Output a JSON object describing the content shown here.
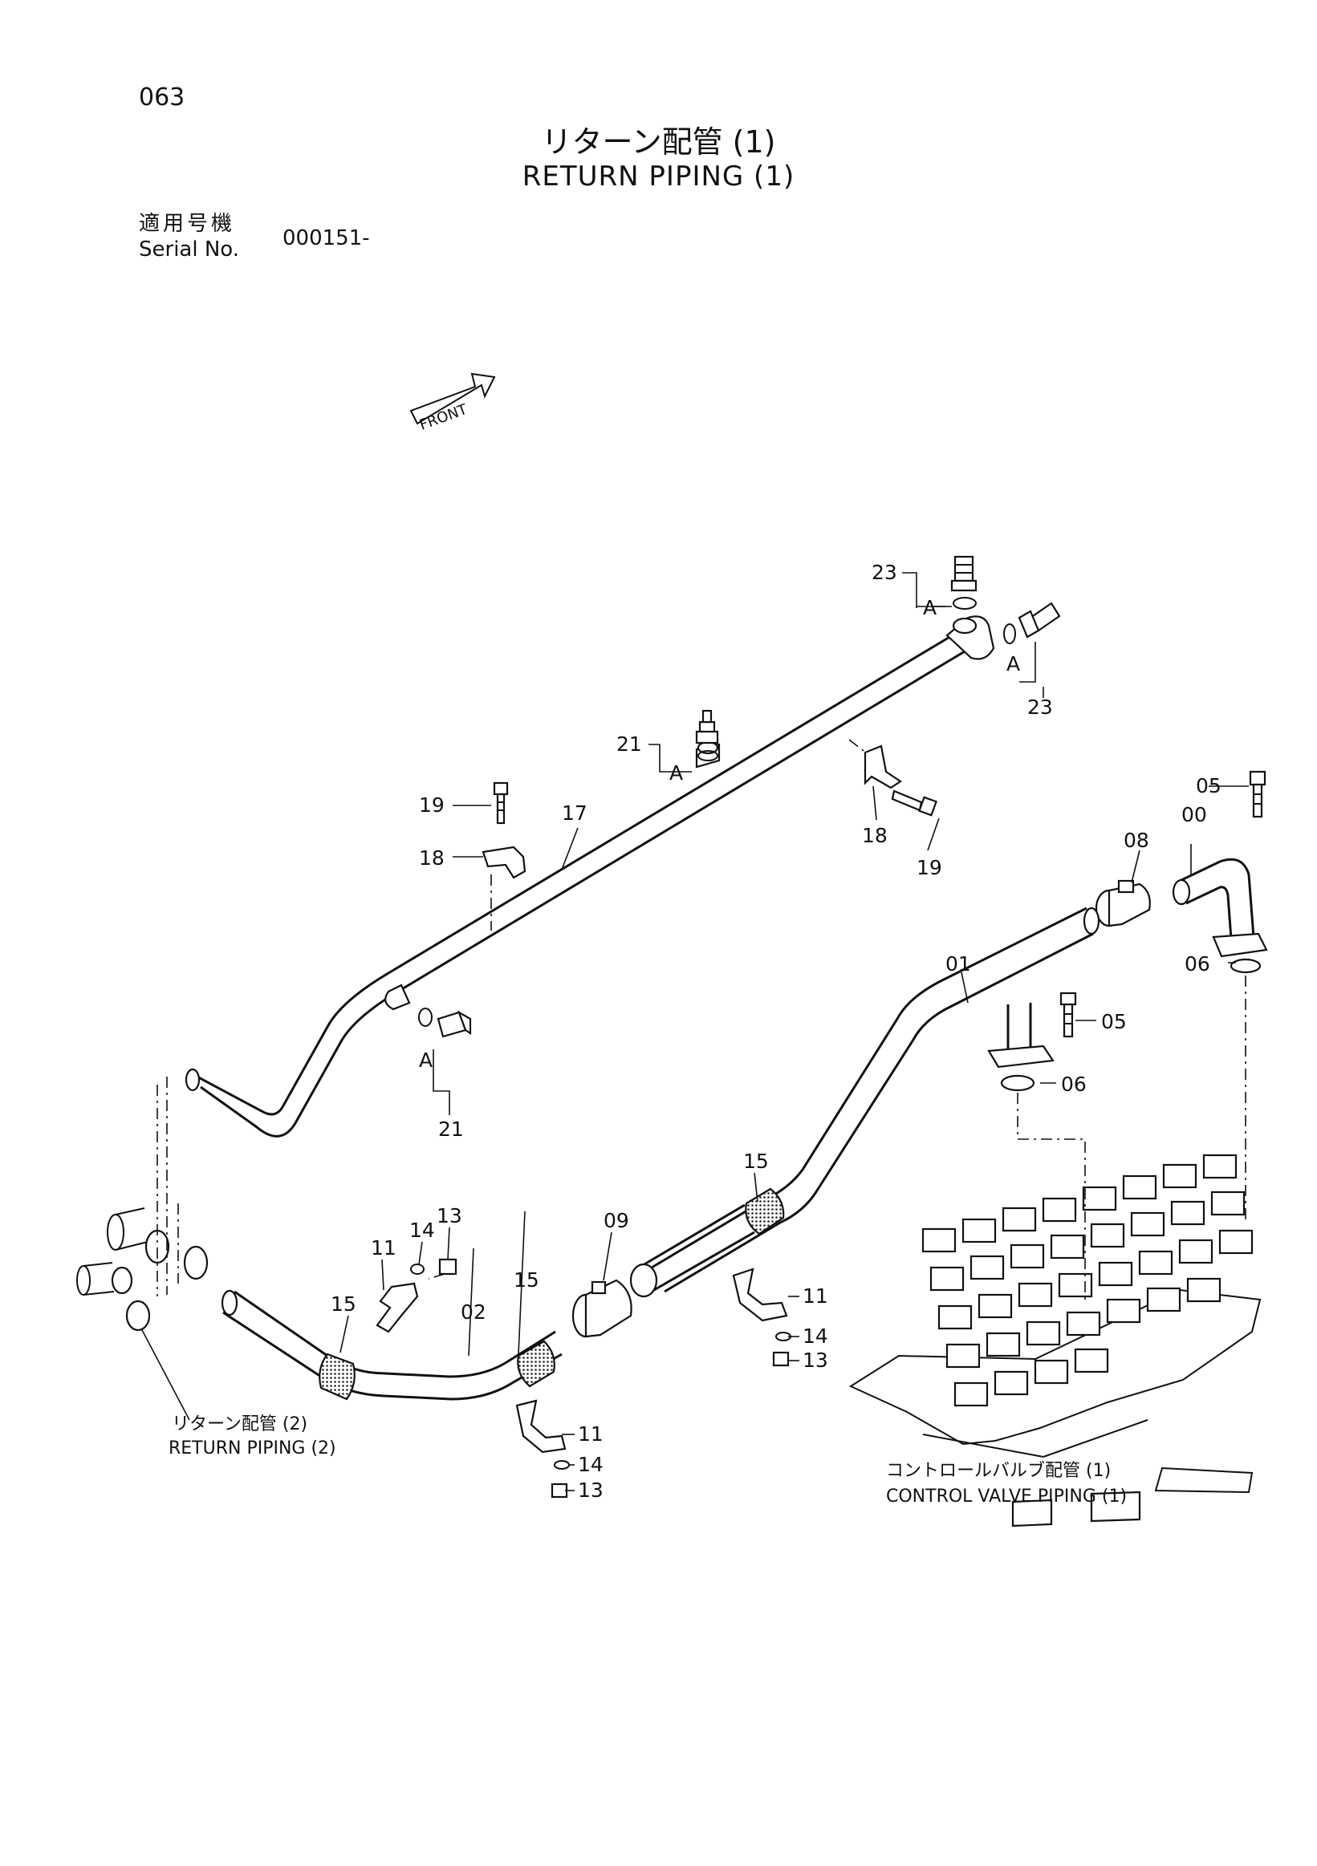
{
  "header": {
    "page_number": "063",
    "title_jp": "リターン配管 (1)",
    "title_en": "RETURN PIPING (1)",
    "serial_label_jp": "適用号機",
    "serial_label_en": "Serial No.",
    "serial_value": "000151-"
  },
  "diagram": {
    "front_arrow": "FRONT",
    "detail_marker": "A",
    "callouts": {
      "p00": "00",
      "p01": "01",
      "p02": "02",
      "p05": "05",
      "p06": "06",
      "p08": "08",
      "p09": "09",
      "p11": "11",
      "p13": "13",
      "p14": "14",
      "p15": "15",
      "p17": "17",
      "p18": "18",
      "p19": "19",
      "p21": "21",
      "p23": "23"
    },
    "references": {
      "return_piping_2_jp": "リターン配管 (2)",
      "return_piping_2_en": "RETURN PIPING (2)",
      "control_valve_jp": "コントロールバルブ配管 (1)",
      "control_valve_en": "CONTROL VALVE PIPING (1)"
    }
  }
}
